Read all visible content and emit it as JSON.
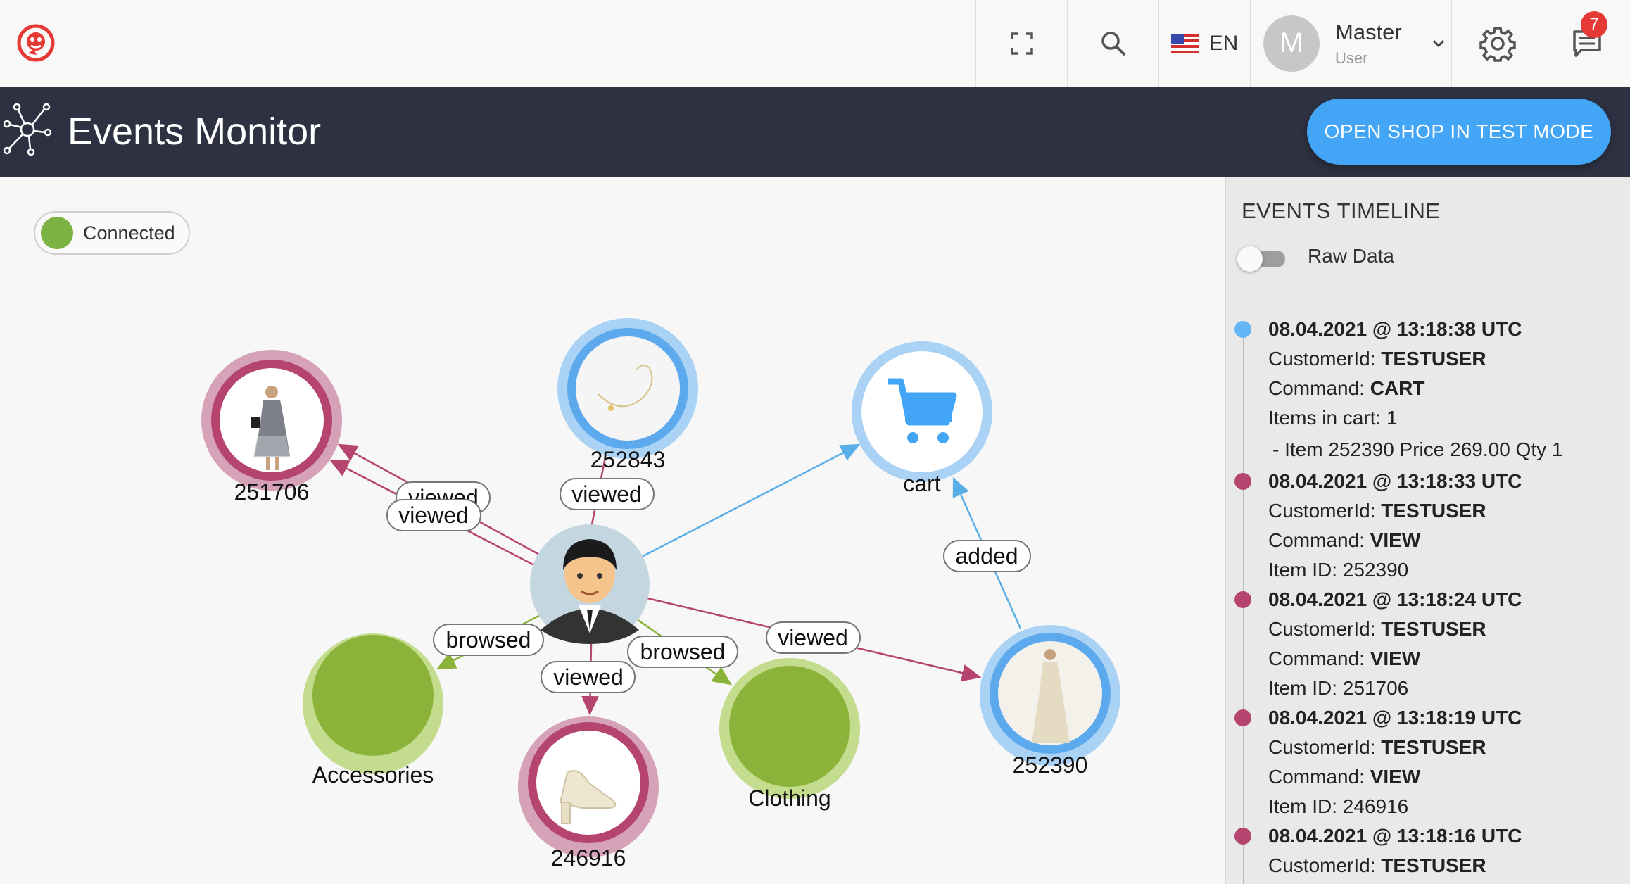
{
  "topbar": {
    "language": "EN",
    "avatar_letter": "M",
    "user_name": "Master",
    "user_role": "User",
    "notification_count": "7"
  },
  "header": {
    "title": "Events Monitor",
    "open_shop_label": "OPEN SHOP IN TEST MODE"
  },
  "status": {
    "label": "Connected"
  },
  "graph": {
    "nodes": {
      "n251706": "251706",
      "n252843": "252843",
      "cart": "cart",
      "n252390": "252390",
      "accessories": "Accessories",
      "n246916": "246916",
      "clothing": "Clothing"
    },
    "edges": {
      "viewed_a": "viewed",
      "viewed_b": "viewed",
      "viewed_c": "viewed",
      "viewed_d": "viewed",
      "viewed_e": "viewed",
      "browsed_a": "browsed",
      "browsed_b": "browsed",
      "added": "added"
    }
  },
  "panel": {
    "title": "EVENTS TIMELINE",
    "raw_data_label": "Raw Data",
    "events": [
      {
        "time": "08.04.2021 @ 13:18:38 UTC",
        "customer_key": "CustomerId: ",
        "customer": "TESTUSER",
        "command_key": "Command: ",
        "command": "CART",
        "extra": "Items in cart: 1",
        "sub": "- Item 252390 Price 269.00 Qty 1",
        "dot_color": "#64b5f6"
      },
      {
        "time": "08.04.2021 @ 13:18:33 UTC",
        "customer_key": "CustomerId: ",
        "customer": "TESTUSER",
        "command_key": "Command: ",
        "command": "VIEW",
        "extra": "Item ID: 252390",
        "dot_color": "#b5446e"
      },
      {
        "time": "08.04.2021 @ 13:18:24 UTC",
        "customer_key": "CustomerId: ",
        "customer": "TESTUSER",
        "command_key": "Command: ",
        "command": "VIEW",
        "extra": "Item ID: 251706",
        "dot_color": "#b5446e"
      },
      {
        "time": "08.04.2021 @ 13:18:19 UTC",
        "customer_key": "CustomerId: ",
        "customer": "TESTUSER",
        "command_key": "Command: ",
        "command": "VIEW",
        "extra": "Item ID: 246916",
        "dot_color": "#b5446e"
      },
      {
        "time": "08.04.2021 @ 13:18:16 UTC",
        "customer_key": "CustomerId: ",
        "customer": "TESTUSER",
        "dot_color": "#b5446e"
      }
    ]
  },
  "colors": {
    "accent_blue": "#42a5f5",
    "header_bg": "#2e3142",
    "view_edge": "#b5446e",
    "browse_edge": "#8bb33a",
    "cart_edge": "#5aaee8",
    "connected": "#7cb342"
  },
  "icons": {
    "logo": "brand-logo-icon",
    "fullscreen": "fullscreen-icon",
    "search": "search-icon",
    "flag": "us-flag-icon",
    "settings": "gear-icon",
    "chat": "chat-icon",
    "network": "network-icon",
    "cart": "shopping-cart-icon"
  }
}
